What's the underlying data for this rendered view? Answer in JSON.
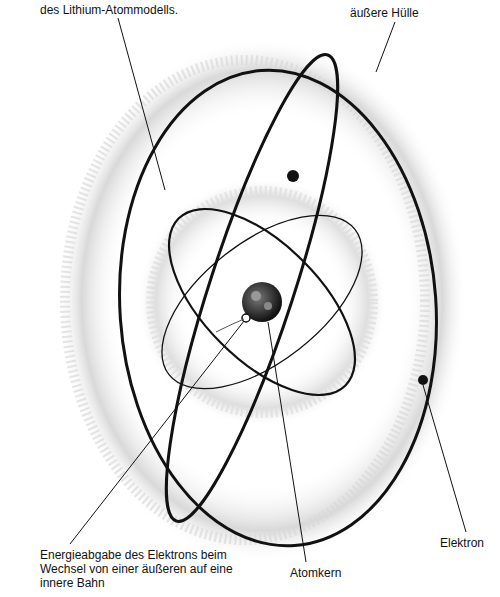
{
  "diagram": {
    "labels": [
      "des Lithium-Atommodells.",
      "äußere Hülle",
      "Elektron",
      "Atomkern",
      "Energieabgabe des Elektrons beim Wechsel von einer äußeren auf eine innere Bahn"
    ]
  }
}
